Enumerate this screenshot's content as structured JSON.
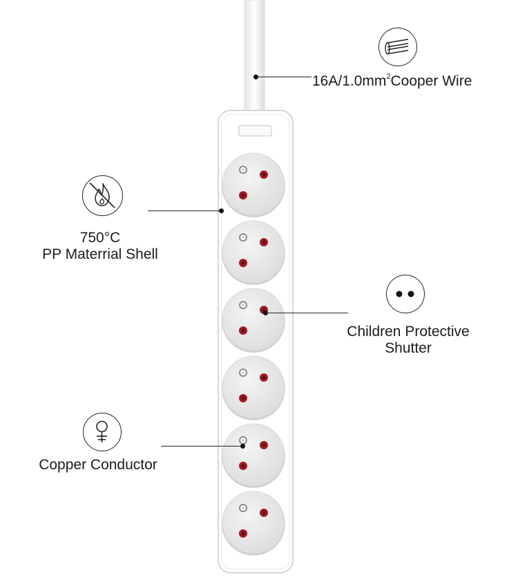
{
  "callouts": {
    "wire": {
      "icon": "wire-cable-icon",
      "label": "16A/1.0mm",
      "superscript": "2",
      "label_suffix": "Cooper Wire"
    },
    "shell": {
      "icon": "fire-resistant-icon",
      "line1": "750°C",
      "line2": "PP Materrial Shell"
    },
    "shutter": {
      "icon": "socket-holes-icon",
      "line1": "Children Protective",
      "line2": "Shutter"
    },
    "conductor": {
      "icon": "copper-conductor-icon",
      "label": "Copper Conductor"
    }
  },
  "product": {
    "socket_count": 6,
    "colors": {
      "body": "#ffffff",
      "outline": "#dcdcdc",
      "socket_face": "#e9e9e9",
      "pin_hole": "#a01a22",
      "earth_pin": "#8a8a8a"
    }
  }
}
